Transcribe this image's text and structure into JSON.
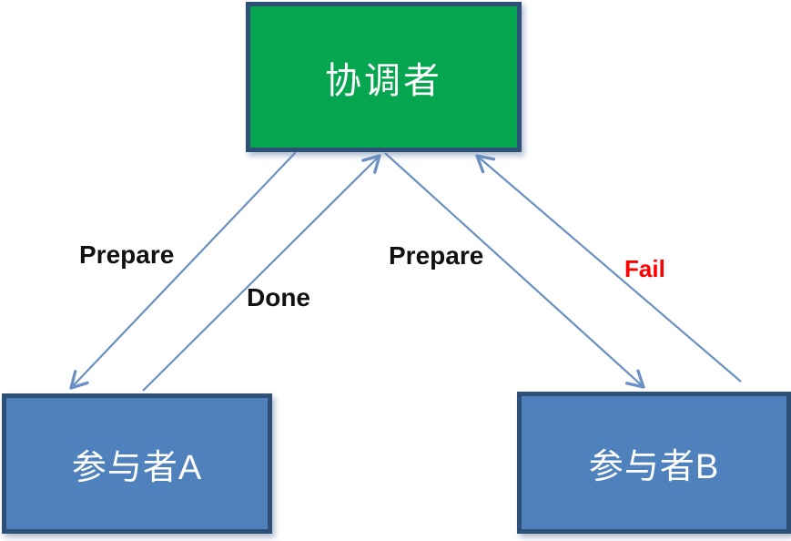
{
  "diagram": {
    "nodes": [
      {
        "id": "coordinator",
        "label": "协调者"
      },
      {
        "id": "participant-a",
        "label": "参与者A"
      },
      {
        "id": "participant-b",
        "label": "参与者B"
      }
    ],
    "edges": [
      {
        "id": "prepare-to-a",
        "label": "Prepare",
        "from": "coordinator",
        "to": "participant-a"
      },
      {
        "id": "done-from-a",
        "label": "Done",
        "from": "participant-a",
        "to": "coordinator"
      },
      {
        "id": "prepare-to-b",
        "label": "Prepare",
        "from": "coordinator",
        "to": "participant-b"
      },
      {
        "id": "fail-from-b",
        "label": "Fail",
        "from": "participant-b",
        "to": "coordinator"
      }
    ],
    "colors": {
      "coordinator_fill": "#06A550",
      "participant_fill": "#4F81BD",
      "node_border": "#2E5077",
      "node_text": "#FFFFFF",
      "connector": "#6B90C3",
      "edge_label": "#111111",
      "fail_label": "#FF0000",
      "background": "#FFFFFF"
    }
  }
}
